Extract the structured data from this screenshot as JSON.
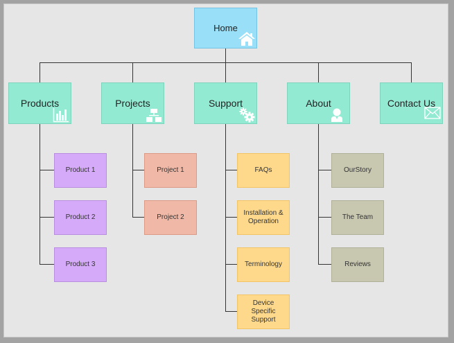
{
  "diagram": {
    "title": "Site map",
    "root": {
      "label": "Home",
      "icon": "home-icon"
    },
    "sections": [
      {
        "label": "Products",
        "icon": "bar-chart-icon",
        "color": "#d5aaf8",
        "children": [
          "Product 1",
          "Product 2",
          "Product 3"
        ]
      },
      {
        "label": "Projects",
        "icon": "sitemap-icon",
        "color": "#f0b8a6",
        "children": [
          "Project 1",
          "Project 2"
        ]
      },
      {
        "label": "Support",
        "icon": "gears-icon",
        "color": "#fed98b",
        "children": [
          "FAQs",
          "Installation & Operation",
          "Terminology",
          "Device Specific Support"
        ]
      },
      {
        "label": "About",
        "icon": "user-icon",
        "color": "#c8c7b0",
        "children": [
          "OurStory",
          "The Team",
          "Reviews"
        ]
      },
      {
        "label": "Contact Us",
        "icon": "envelope-icon",
        "color": null,
        "children": []
      }
    ],
    "colors": {
      "root_fill": "#99dff7",
      "section_fill": "#93ead2",
      "background": "#e6e6e6",
      "connector": "#333333"
    }
  }
}
